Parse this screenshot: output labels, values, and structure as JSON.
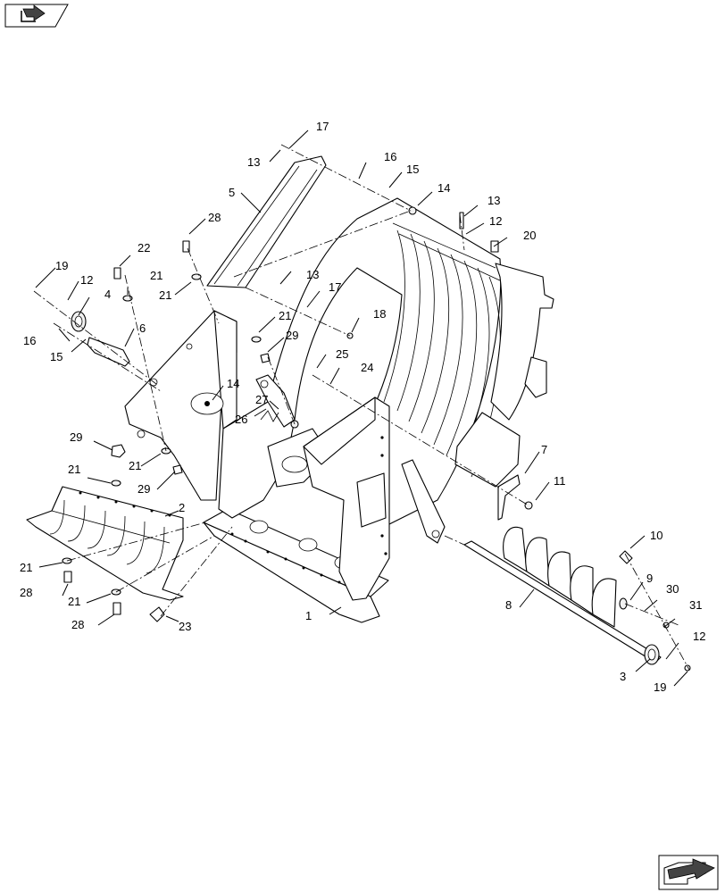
{
  "icons": {
    "top_left": "forward-arrow-box-icon",
    "bottom_right": "back-arrow-box-icon"
  },
  "callouts": [
    {
      "id": "c1",
      "text": "1"
    },
    {
      "id": "c2",
      "text": "2"
    },
    {
      "id": "c3",
      "text": "3"
    },
    {
      "id": "c4",
      "text": "4"
    },
    {
      "id": "c5",
      "text": "5"
    },
    {
      "id": "c6",
      "text": "6"
    },
    {
      "id": "c7",
      "text": "7"
    },
    {
      "id": "c8",
      "text": "8"
    },
    {
      "id": "c9",
      "text": "9"
    },
    {
      "id": "c10",
      "text": "10"
    },
    {
      "id": "c11",
      "text": "11"
    },
    {
      "id": "c12a",
      "text": "12"
    },
    {
      "id": "c12b",
      "text": "12"
    },
    {
      "id": "c12c",
      "text": "12"
    },
    {
      "id": "c13a",
      "text": "13"
    },
    {
      "id": "c13b",
      "text": "13"
    },
    {
      "id": "c13c",
      "text": "13"
    },
    {
      "id": "c14a",
      "text": "14"
    },
    {
      "id": "c14b",
      "text": "14"
    },
    {
      "id": "c15a",
      "text": "15"
    },
    {
      "id": "c15b",
      "text": "15"
    },
    {
      "id": "c16a",
      "text": "16"
    },
    {
      "id": "c16b",
      "text": "16"
    },
    {
      "id": "c17a",
      "text": "17"
    },
    {
      "id": "c17b",
      "text": "17"
    },
    {
      "id": "c18",
      "text": "18"
    },
    {
      "id": "c19a",
      "text": "19"
    },
    {
      "id": "c19b",
      "text": "19"
    },
    {
      "id": "c20",
      "text": "20"
    },
    {
      "id": "c21a",
      "text": "21"
    },
    {
      "id": "c21b",
      "text": "21"
    },
    {
      "id": "c21c",
      "text": "21"
    },
    {
      "id": "c21d",
      "text": "21"
    },
    {
      "id": "c21e",
      "text": "21"
    },
    {
      "id": "c21f",
      "text": "21"
    },
    {
      "id": "c21g",
      "text": "21"
    },
    {
      "id": "c22",
      "text": "22"
    },
    {
      "id": "c23",
      "text": "23"
    },
    {
      "id": "c24",
      "text": "24"
    },
    {
      "id": "c25",
      "text": "25"
    },
    {
      "id": "c26",
      "text": "26"
    },
    {
      "id": "c27",
      "text": "27"
    },
    {
      "id": "c28a",
      "text": "28"
    },
    {
      "id": "c28b",
      "text": "28"
    },
    {
      "id": "c28c",
      "text": "28"
    },
    {
      "id": "c29a",
      "text": "29"
    },
    {
      "id": "c29b",
      "text": "29"
    },
    {
      "id": "c29c",
      "text": "29"
    },
    {
      "id": "c30",
      "text": "30"
    },
    {
      "id": "c31",
      "text": "31"
    }
  ]
}
